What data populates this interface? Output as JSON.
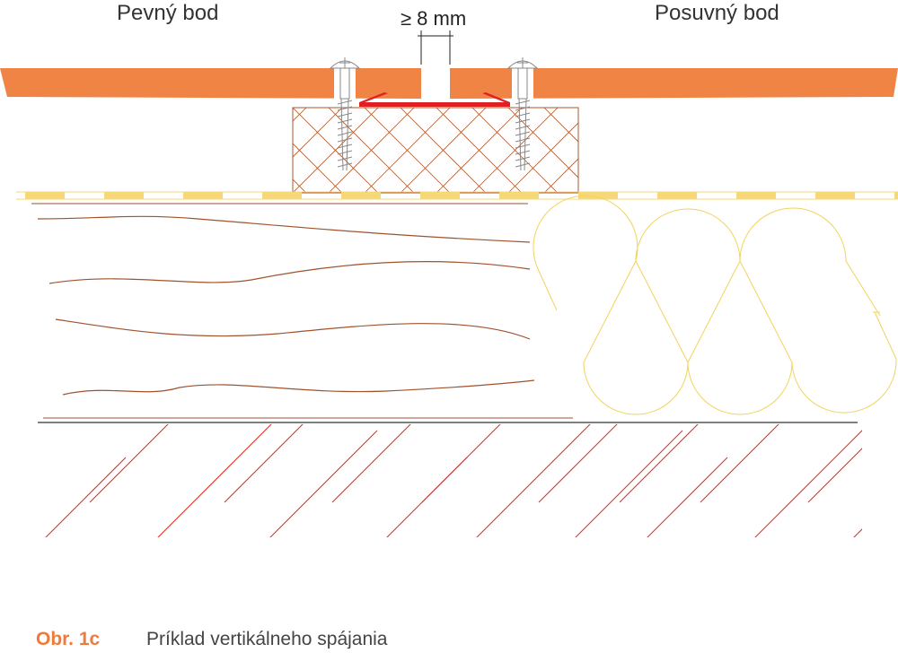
{
  "labels": {
    "fixed_point": "Pevný bod",
    "sliding_point": "Posuvný bod",
    "gap": "≥ 8 mm"
  },
  "caption": {
    "number": "Obr. 1c",
    "text": "Príklad vertikálneho spájania"
  },
  "colors": {
    "board": "#f08444",
    "sealant": "#e02020",
    "batten_hatch": "#a8582e",
    "membrane": "#f6d878",
    "wood_grain": "#a0522d",
    "insulation": "#f2d35c",
    "ground_hatch": "#e0281e",
    "caption_accent": "#ee7a3b"
  },
  "icons": {
    "screw": "screw-icon"
  }
}
